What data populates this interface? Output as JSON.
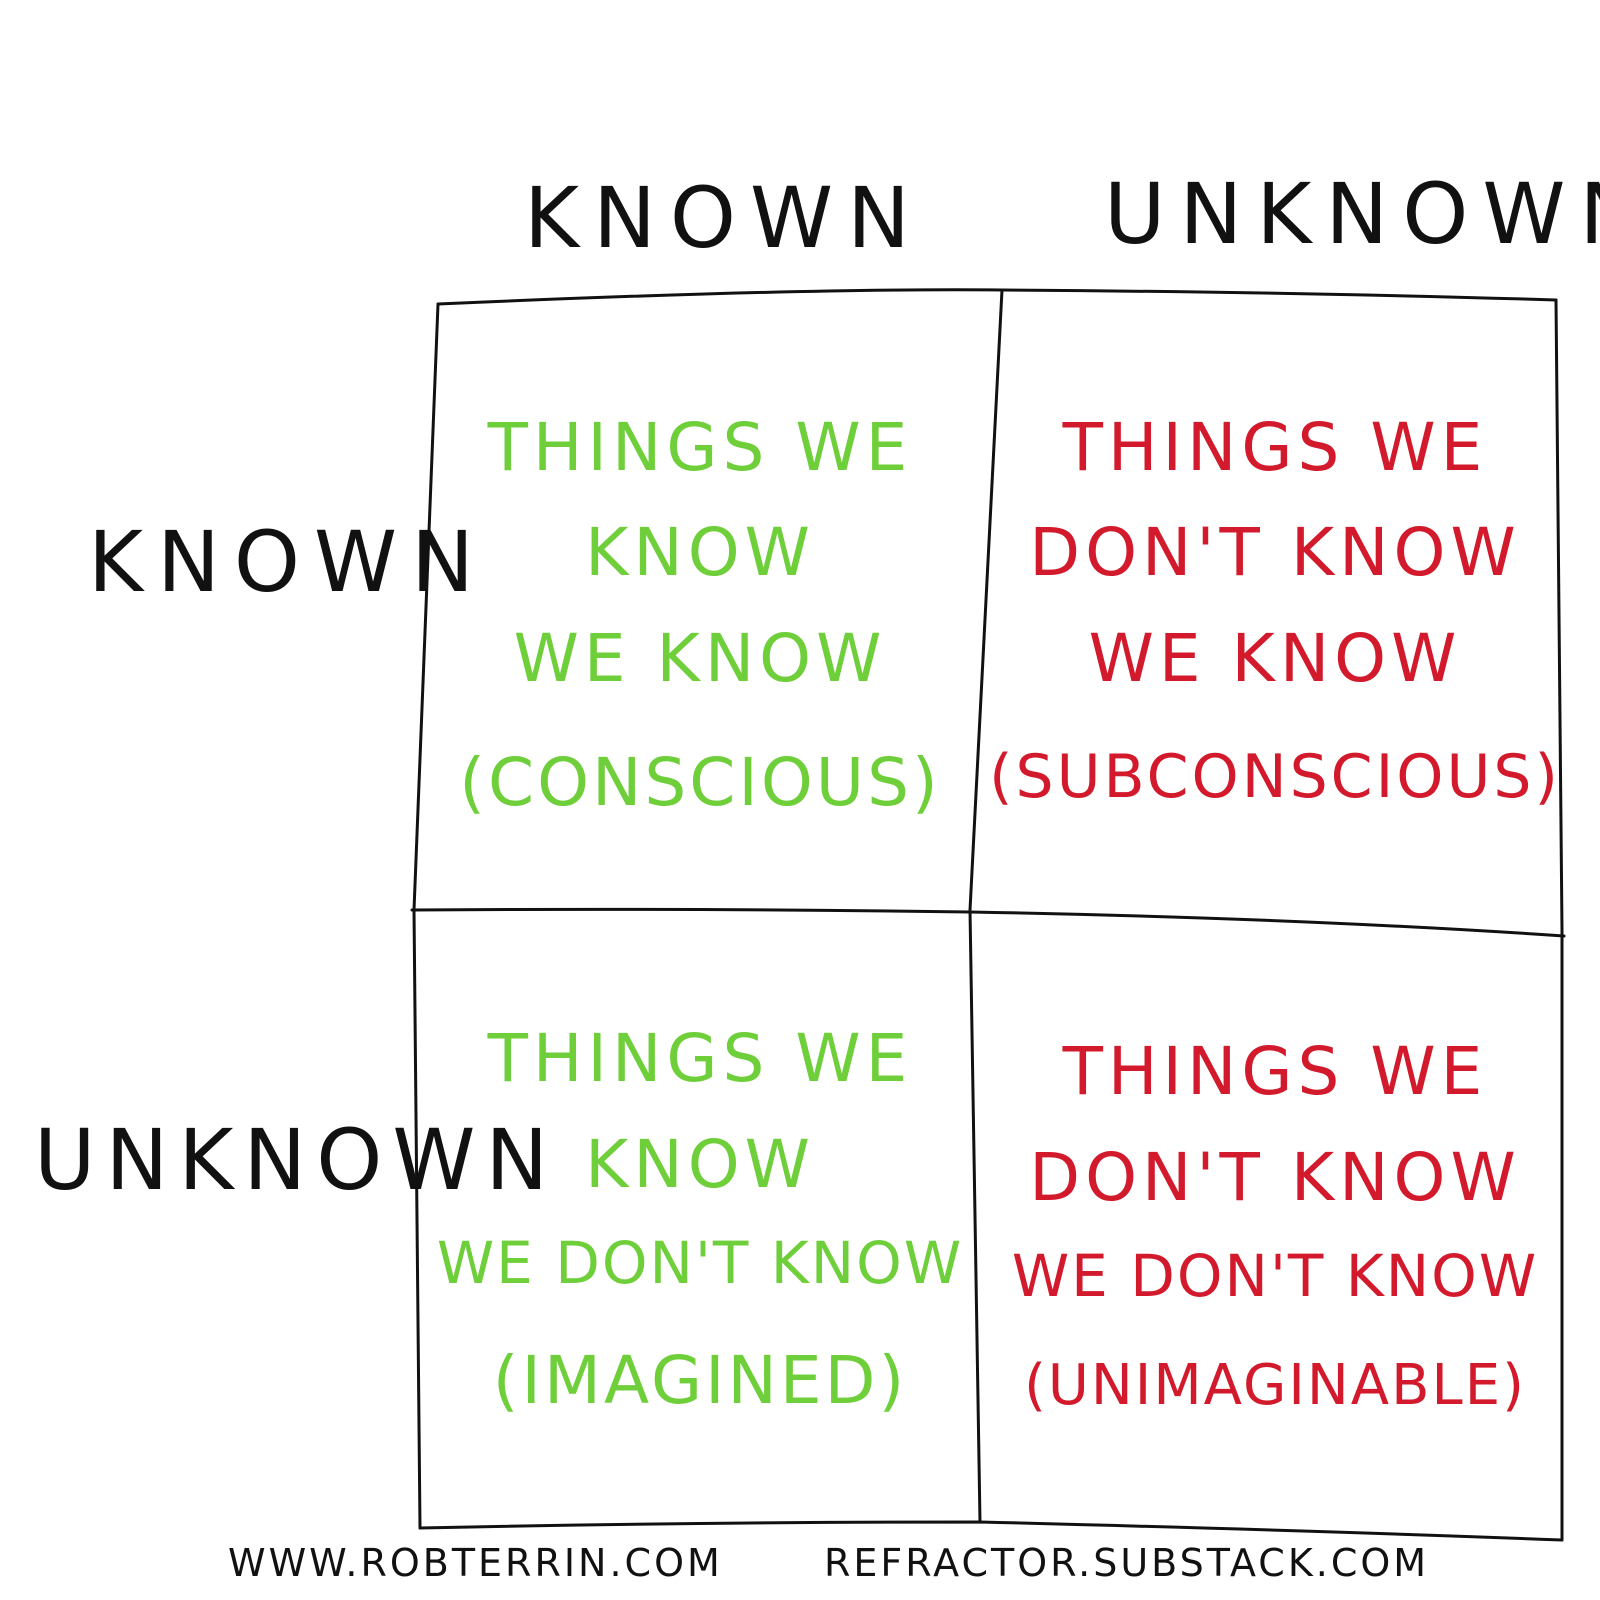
{
  "columns": [
    "KNOWN",
    "UNKNOWN"
  ],
  "rows": [
    "KNOWN",
    "UNKNOWN"
  ],
  "cells": {
    "known_known": {
      "lines": [
        "THINGS WE",
        "KNOW",
        "WE KNOW"
      ],
      "note": "(CONSCIOUS)",
      "color": "#6fcf3a"
    },
    "known_unknown": {
      "lines": [
        "THINGS WE",
        "DON'T KNOW",
        "WE KNOW"
      ],
      "note": "(SUBCONSCIOUS)",
      "color": "#d21a2c"
    },
    "unknown_known": {
      "lines": [
        "THINGS WE",
        "KNOW",
        "WE DON'T KNOW"
      ],
      "note": "(IMAGINED)",
      "color": "#6fcf3a"
    },
    "unknown_unknown": {
      "lines": [
        "THINGS WE",
        "DON'T KNOW",
        "WE DON'T KNOW"
      ],
      "note": "(UNIMAGINABLE)",
      "color": "#d21a2c"
    }
  },
  "footer": {
    "left": "WWW.ROBTERRIN.COM",
    "right": "REFRACTOR.SUBSTACK.COM"
  }
}
